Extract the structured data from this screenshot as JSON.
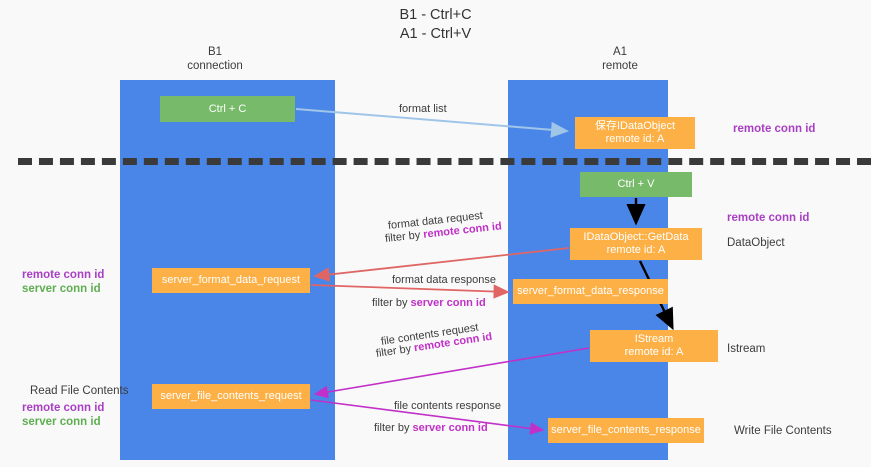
{
  "title": {
    "line1": "B1 - Ctrl+C",
    "line2": "A1 - Ctrl+V"
  },
  "lanes": [
    {
      "id": "b1",
      "name": "B1",
      "role": "connection"
    },
    {
      "id": "a1",
      "name": "A1",
      "role": "remote"
    }
  ],
  "nodes": {
    "ctrl_c": {
      "label": "Ctrl + C",
      "color": "#77bb6a"
    },
    "save_idataobject": {
      "line1": "保存IDataObject",
      "line2": "remote id: A",
      "color": "#fcb046"
    },
    "ctrl_v": {
      "label": "Ctrl + V",
      "color": "#77bb6a"
    },
    "getdata": {
      "line1": "IDataObject::GetData",
      "line2": "remote id: A",
      "color": "#fcb046"
    },
    "server_format_data_request": {
      "label": "server_format_data_request",
      "color": "#fcb046"
    },
    "server_format_data_response": {
      "label": "server_format_data_response",
      "color": "#fcb046"
    },
    "istream": {
      "line1": "IStream",
      "line2": "remote id: A",
      "color": "#fcb046"
    },
    "server_file_contents_request": {
      "label": "server_file_contents_request",
      "color": "#fcb046"
    },
    "server_file_contents_response": {
      "label": "server_file_contents_response",
      "color": "#fcb046"
    }
  },
  "edge_labels": {
    "format_list": "format list",
    "format_data_request": "format data request",
    "format_data_request_filter_prefix": "filter by ",
    "format_data_request_filter_value": "remote conn id",
    "format_data_response": "format data response",
    "format_data_response_filter_prefix": "filter by ",
    "format_data_response_filter_value": "server conn id",
    "file_contents_request": "file contents request",
    "file_contents_request_filter_prefix": "filter by ",
    "file_contents_request_filter_value": "remote conn id",
    "file_contents_response": "file contents response",
    "file_contents_response_filter_prefix": "filter by ",
    "file_contents_response_filter_value": "server conn id"
  },
  "annotations": {
    "right_remote_conn_id_top": "remote conn id",
    "right_remote_conn_id_mid": "remote conn id",
    "right_dataobject": "DataObject",
    "right_istream": "Istream",
    "right_write_file_contents": "Write File Contents",
    "left_remote_conn_id": "remote conn id",
    "left_server_conn_id": "server conn id",
    "left_read_file_contents": "Read File Contents",
    "left_remote_conn_id_2": "remote conn id",
    "left_server_conn_id_2": "server conn id"
  },
  "colors": {
    "lane_blue": "#4a86e8",
    "node_green": "#77bb6a",
    "node_orange": "#fcb046",
    "accent_purple": "#a93fc4",
    "accent_green": "#5fae52",
    "edge_light_blue": "#9fc5e8",
    "edge_red": "#e06666",
    "edge_magenta": "#c130c8",
    "edge_black": "#000000",
    "divider_dark": "#3a3a3a",
    "background": "#f9f9f9"
  }
}
